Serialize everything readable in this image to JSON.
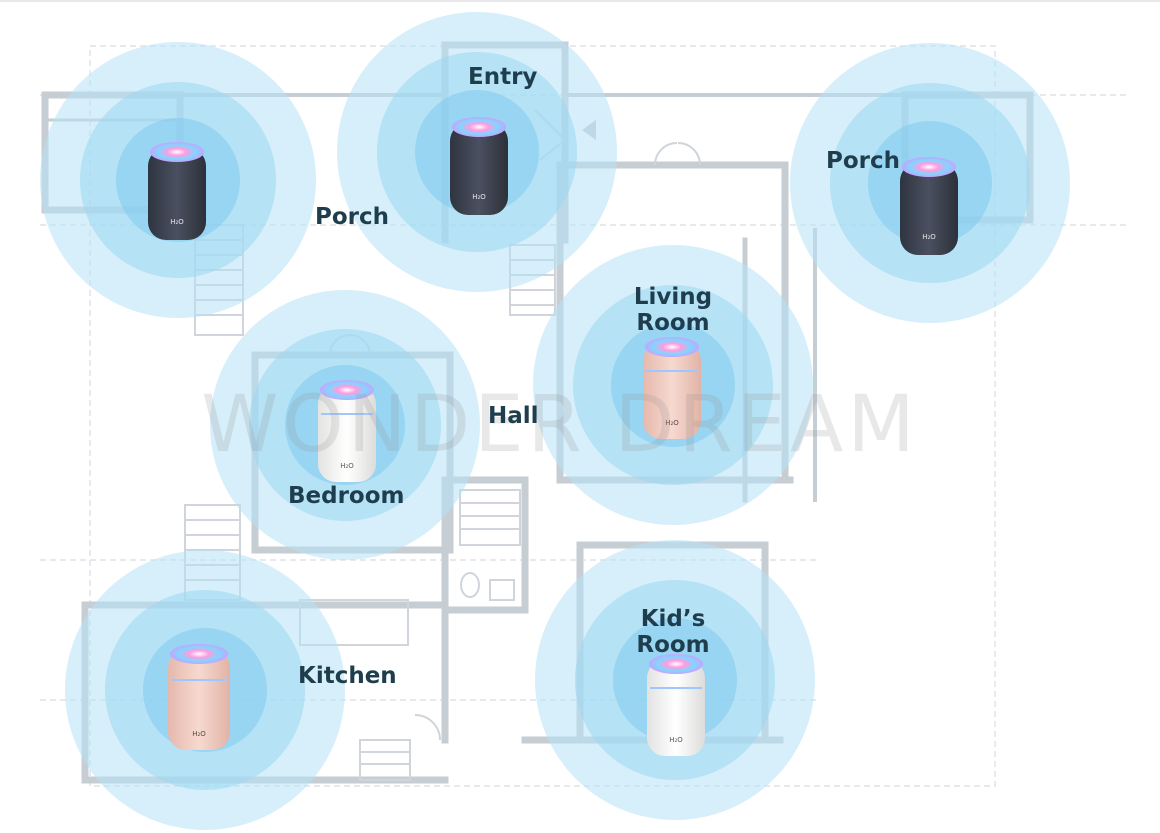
{
  "watermark": "WONDER DREAM",
  "rooms": {
    "porch_left": "Porch",
    "entry": "Entry",
    "porch_right": "Porch",
    "living_room_line1": "Living",
    "living_room_line2": "Room",
    "hall": "Hall",
    "bedroom": "Bedroom",
    "kitchen": "Kitchen",
    "kids_room_line1": "Kid’s",
    "kids_room_line2": "Room"
  },
  "device_label": "H₂O",
  "colors": {
    "mist_blue": "#8fd3f0",
    "wall_gray": "#c6cdd3",
    "label_navy": "#1f3e4d",
    "device_dark": "#3c4250",
    "device_pink": "#f2cfc6",
    "device_white": "#f5f5f4"
  },
  "humidifiers": [
    {
      "room": "porch_left",
      "color": "dark"
    },
    {
      "room": "entry",
      "color": "dark"
    },
    {
      "room": "porch_right",
      "color": "dark"
    },
    {
      "room": "living_room",
      "color": "pink"
    },
    {
      "room": "bedroom",
      "color": "white"
    },
    {
      "room": "kitchen",
      "color": "pink"
    },
    {
      "room": "kids_room",
      "color": "white"
    }
  ]
}
